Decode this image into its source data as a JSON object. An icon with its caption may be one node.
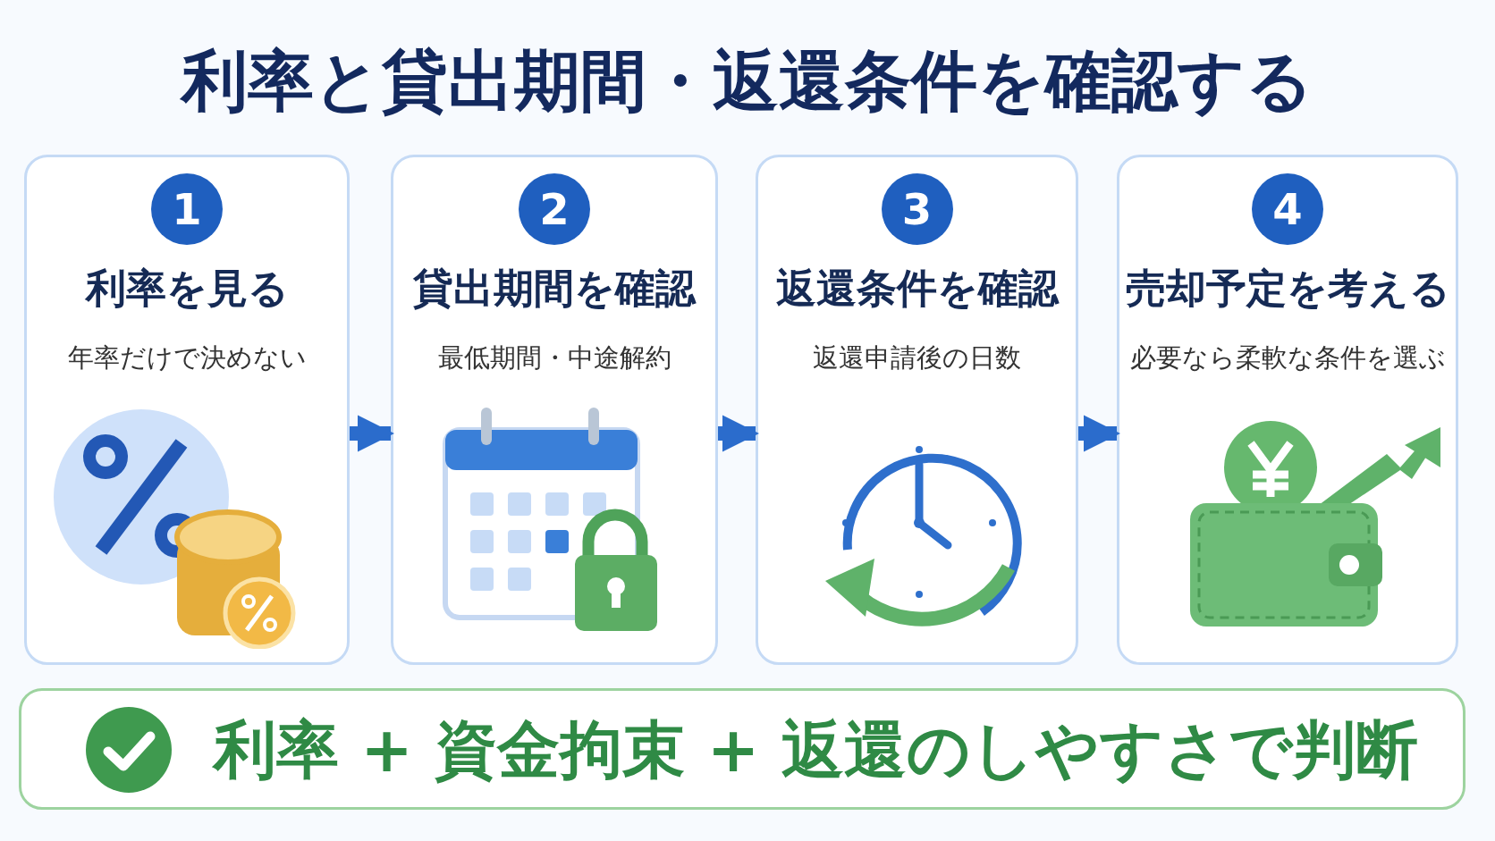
{
  "diagram": {
    "title": "利率と貸出期間・返還条件を確認する",
    "nodes": [
      {
        "text": [
          "1",
          "利率を見る",
          "年率だけで決めない"
        ]
      },
      {
        "text": [
          "2",
          "貸出期間を確認",
          "最低期間・中途解約"
        ]
      },
      {
        "text": [
          "3",
          "返還条件を確認",
          "返還申請後の日数"
        ]
      },
      {
        "text": [
          "4",
          "売却予定を考える",
          "必要なら柔軟な条件を選ぶ"
        ]
      },
      {
        "text": [
          "利率 + 資金拘束 + 返還のしやすさで判断"
        ]
      }
    ],
    "edges": [
      {
        "from": 0,
        "to": 1,
        "arrow": "to"
      },
      {
        "from": 1,
        "to": 2,
        "arrow": "to"
      },
      {
        "from": 2,
        "to": 3,
        "arrow": "to"
      }
    ]
  }
}
